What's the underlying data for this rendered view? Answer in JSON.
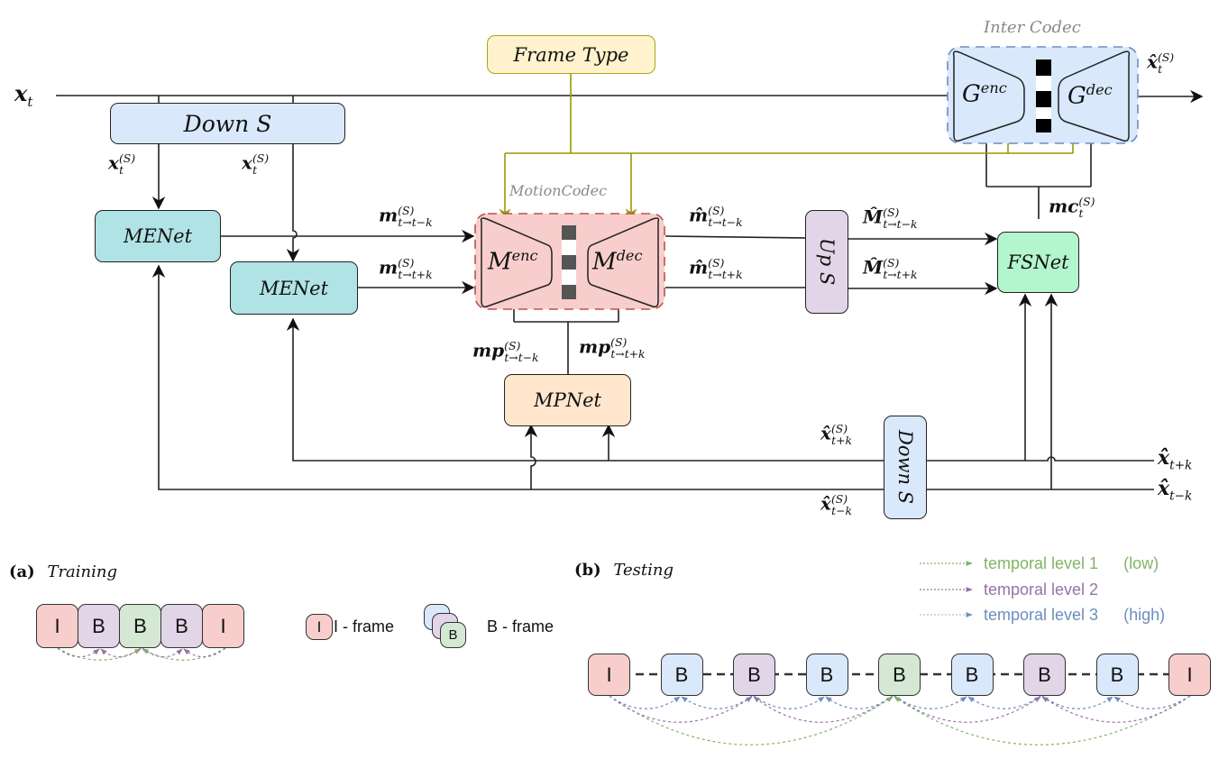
{
  "diagram": {
    "inputs": {
      "x_t": "x",
      "x_t_sub": "t",
      "x_hat_t_plus_k": "x̂",
      "x_hat_t_plus_k_sub": "t+k",
      "x_hat_t_minus_k": "x̂",
      "x_hat_t_minus_k_sub": "t−k"
    },
    "outputs": {
      "x_hat_S_t": "x̂",
      "x_hat_S_t_sub": "t",
      "x_hat_S_t_sup": "(S)"
    },
    "blocks": {
      "down_s_top": "Down S",
      "down_s_bottom": "Down S",
      "up_s": "Up S",
      "frame_type": "Frame Type",
      "menet_1": "MENet",
      "menet_2": "MENet",
      "mpnet": "MPNet",
      "fsnet": "FSNet",
      "motion_codec_title": "MotionCodec",
      "m_enc": "M",
      "m_enc_sup": "enc",
      "m_dec": "M",
      "m_dec_sup": "dec",
      "inter_codec_title": "Inter Codec",
      "g_enc": "G",
      "g_enc_sup": "enc",
      "g_dec": "G",
      "g_dec_sup": "dec"
    },
    "edge_labels": {
      "xtS_left": {
        "base": "x",
        "sub": "t",
        "sup": "(S)"
      },
      "xtS_right": {
        "base": "x",
        "sub": "t",
        "sup": "(S)"
      },
      "m_t_tmk": {
        "base": "m",
        "sub": "t→t−k",
        "sup": "(S)"
      },
      "m_t_tpk": {
        "base": "m",
        "sub": "t→t+k",
        "sup": "(S)"
      },
      "mhat_t_tmk": {
        "base": "m̂",
        "sub": "t→t−k",
        "sup": "(S)"
      },
      "mhat_t_tpk": {
        "base": "m̂",
        "sub": "t→t+k",
        "sup": "(S)"
      },
      "Mhat_t_tmk": {
        "base": "M̂",
        "sub": "t→t−k",
        "sup": "(S)"
      },
      "Mhat_t_tpk": {
        "base": "M̂",
        "sub": "t→t+k",
        "sup": "(S)"
      },
      "mp_t_tmk": {
        "base": "mp",
        "sub": "t→t−k",
        "sup": "(S)"
      },
      "mp_t_tpk": {
        "base": "mp",
        "sub": "t→t+k",
        "sup": "(S)"
      },
      "mc_t": {
        "base": "mc",
        "sub": "t",
        "sup": "(S)"
      },
      "xhatS_tpk": {
        "base": "x̂",
        "sub": "t+k",
        "sup": "(S)"
      },
      "xhatS_tmk": {
        "base": "x̂",
        "sub": "t−k",
        "sup": "(S)"
      }
    },
    "colors": {
      "down_s_fill": "#dae8fc",
      "menet_fill": "#b0e3e6",
      "mpnet_fill": "#ffe6cc",
      "fsnet_fill": "#b3f5cc",
      "up_s_fill": "#e1d5e7",
      "frame_type_fill": "#fff2cc",
      "frame_type_stroke": "#a6a619",
      "motion_codec_fill": "#f8cecc",
      "motion_codec_stroke": "#b85450",
      "inter_codec_fill": "#dae8fc",
      "inter_codec_stroke": "#6c8ebf",
      "control_line": "#999900"
    }
  },
  "training": {
    "tag": "(a)",
    "title": "Training",
    "frames": [
      "I",
      "B",
      "B",
      "B",
      "I"
    ],
    "frame_kinds": [
      "i",
      "l2",
      "l1",
      "l2",
      "i"
    ]
  },
  "legend": {
    "i_frame_icon": "I",
    "i_frame_label": "I - frame",
    "b_frame_icon": "B",
    "b_frame_label": "B - frame",
    "levels": [
      {
        "label": "temporal level 1",
        "note": "(low)",
        "color": "#82b366"
      },
      {
        "label": "temporal level 2",
        "note": "",
        "color": "#9673a6"
      },
      {
        "label": "temporal level 3",
        "note": "(high)",
        "color": "#6c8ebf"
      }
    ]
  },
  "testing": {
    "tag": "(b)",
    "title": "Testing",
    "frames": [
      "I",
      "B",
      "B",
      "B",
      "B",
      "B",
      "B",
      "B",
      "I"
    ],
    "frame_kinds": [
      "i",
      "l3",
      "l2",
      "l3",
      "l1",
      "l3",
      "l2",
      "l3",
      "i"
    ]
  }
}
